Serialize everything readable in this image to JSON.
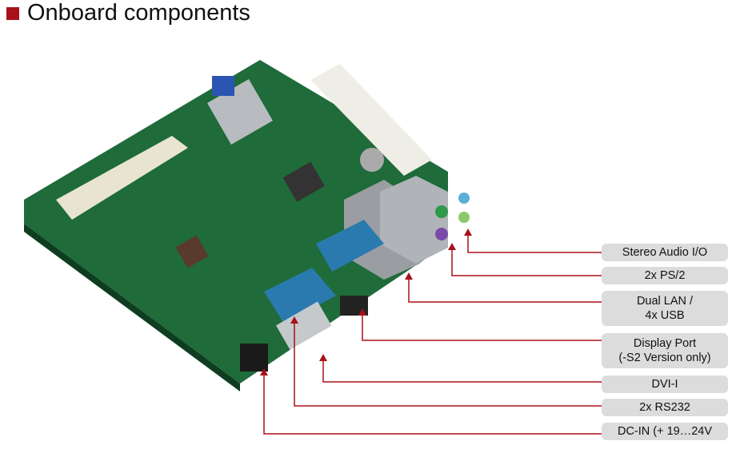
{
  "title": "Onboard components",
  "colors": {
    "accent": "#a8111a",
    "board": "#1f6b3a",
    "label_bg": "#dcdcdc"
  },
  "labels": [
    {
      "line1": "Stereo Audio I/O",
      "line2": ""
    },
    {
      "line1": "2x PS/2",
      "line2": ""
    },
    {
      "line1": "Dual LAN /",
      "line2": "4x USB"
    },
    {
      "line1": "Display Port",
      "line2": "(-S2 Version only)"
    },
    {
      "line1": "DVI-I",
      "line2": ""
    },
    {
      "line1": "2x RS232",
      "line2": ""
    },
    {
      "line1": "DC-IN (+ 19…24V",
      "line2": ""
    }
  ]
}
